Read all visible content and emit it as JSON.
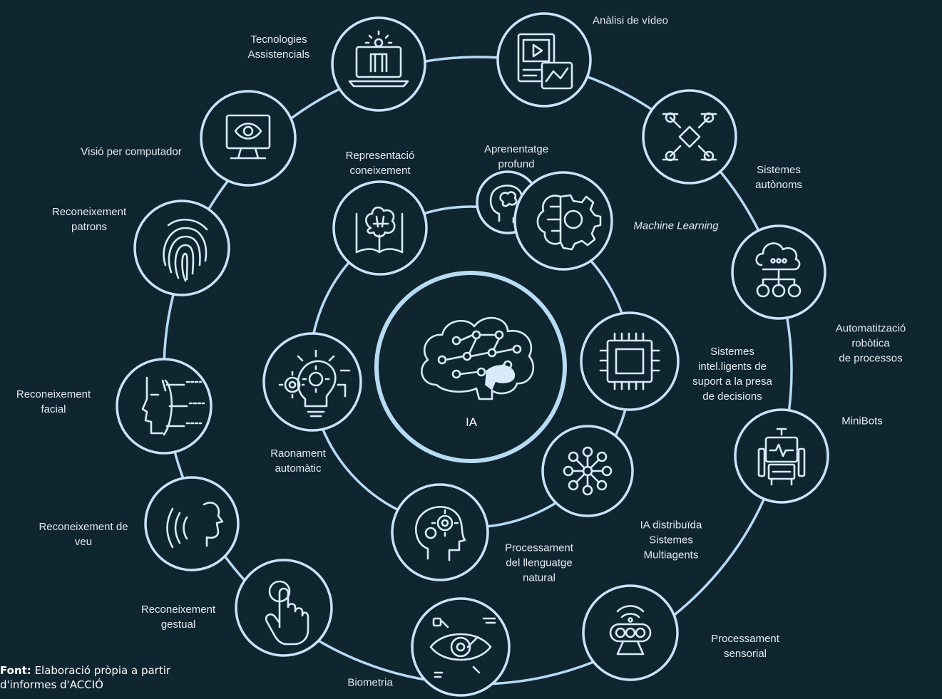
{
  "center": {
    "label": "IA",
    "icon": "brain-circuit-icon"
  },
  "outer_nodes": [
    {
      "id": "tecnologies-assistencials",
      "label": "Tecnologies\nAssistencials",
      "icon": "laptop-person-icon"
    },
    {
      "id": "analisi-video",
      "label": "Anàlisi de vídeo",
      "icon": "video-analytics-icon"
    },
    {
      "id": "sistemes-autonoms",
      "label": "Sistemes\nautònoms",
      "icon": "drone-icon"
    },
    {
      "id": "automatitzacio-robotica",
      "label": "Automatització robòtica\nde processos",
      "icon": "cloud-network-icon"
    },
    {
      "id": "minibots",
      "label": "MiniBots",
      "icon": "robot-icon"
    },
    {
      "id": "processament-sensorial",
      "label": "Processament\nsensorial",
      "icon": "sensor-icon"
    },
    {
      "id": "biometria",
      "label": "Biometria",
      "icon": "eye-scan-icon"
    },
    {
      "id": "reconeixement-gestual",
      "label": "Reconeixement\ngestual",
      "icon": "touch-gesture-icon"
    },
    {
      "id": "reconeixement-veu",
      "label": "Reconeixement de\nveu",
      "icon": "voice-icon"
    },
    {
      "id": "reconeixement-facial",
      "label": "Reconeixement\nfacial",
      "icon": "face-scan-icon"
    },
    {
      "id": "reconeixement-patrons",
      "label": "Reconeixement\npatrons",
      "icon": "fingerprint-icon"
    },
    {
      "id": "visio-computador",
      "label": "Visió per computador",
      "icon": "monitor-eye-icon"
    }
  ],
  "inner_nodes": [
    {
      "id": "representacio-coneixement",
      "label": "Representació\nconeixement",
      "icon": "book-brain-icon"
    },
    {
      "id": "aprenentatge-profund",
      "label": "Aprenentatge\nprofund",
      "icon": "head-brain-icon"
    },
    {
      "id": "machine-learning",
      "label": "Machine Learning",
      "icon": "brain-gear-icon"
    },
    {
      "id": "sistemes-intelligents",
      "label": "Sistemes\nintel.ligents de\nsuport a la presa\nde decisions",
      "icon": "cpu-chip-icon"
    },
    {
      "id": "ia-distribuida",
      "label": "IA distribuïda\nSistemes\nMultiagents",
      "icon": "network-icon"
    },
    {
      "id": "processament-llenguatge",
      "label": "Processament\ndel llenguatge\nnatural",
      "icon": "head-gears-icon"
    },
    {
      "id": "raonament-automatic",
      "label": "Raonament\nautomàtic",
      "icon": "bulb-gears-icon"
    }
  ],
  "source": {
    "bold": "Font:",
    "text": " Elaboració pròpia a partir d'informes d'ACCIÓ"
  }
}
